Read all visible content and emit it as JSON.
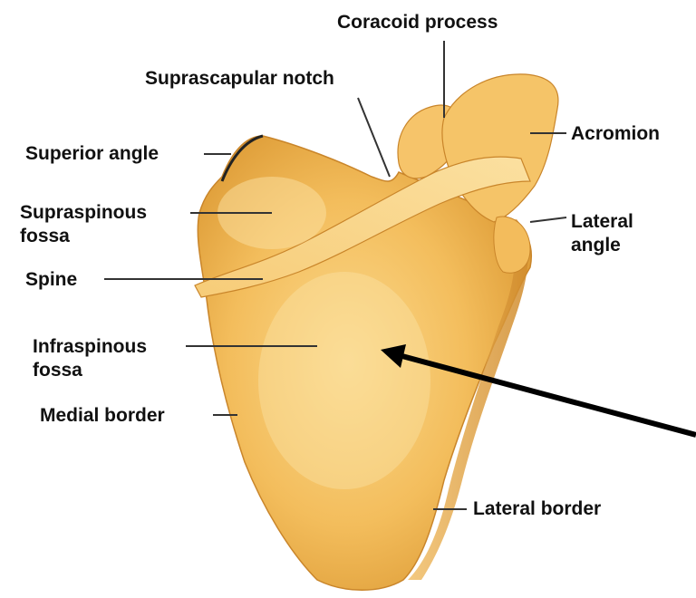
{
  "diagram": {
    "labels": {
      "coracoid_process": "Coracoid process",
      "suprascapular_notch": "Suprascapular notch",
      "acromion": "Acromion",
      "superior_angle": "Superior angle",
      "supraspinous_fossa_line1": "Supraspinous",
      "supraspinous_fossa_line2": "fossa",
      "lateral_angle_line1": "Lateral",
      "lateral_angle_line2": "angle",
      "spine": "Spine",
      "infraspinous_fossa_line1": "Infraspinous",
      "infraspinous_fossa_line2": "fossa",
      "medial_border": "Medial border",
      "lateral_border": "Lateral border"
    },
    "colors": {
      "bone_base": "#f0b24a",
      "bone_light": "#fbd98c",
      "bone_shadow": "#c9852a",
      "leader_line": "#333333",
      "pointer_arrow": "#000000",
      "text": "#111111"
    }
  }
}
